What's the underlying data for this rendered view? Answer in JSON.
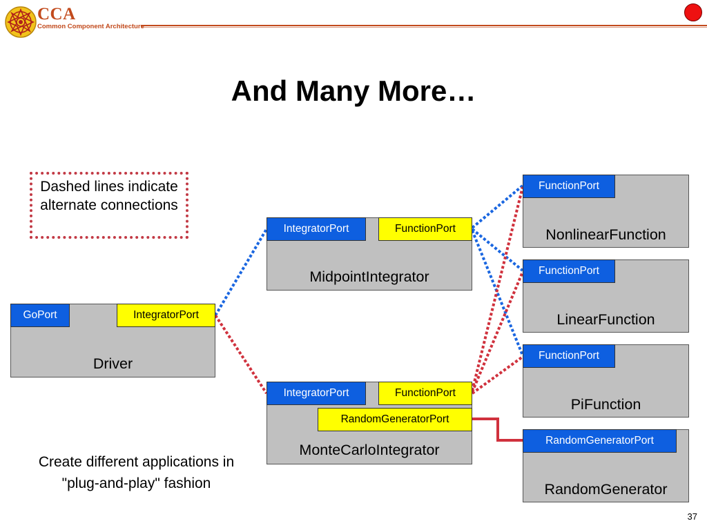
{
  "header": {
    "brand_abbr": "CCA",
    "brand_full": "Common Component Architecture",
    "accent_color": "#c24a1c",
    "indicator_color": "#ee1111"
  },
  "slide": {
    "title": "And Many More…",
    "note": "Dashed lines indicate alternate connections",
    "caption": "Create different applications in \"plug-and-play\" fashion",
    "page_number": "37"
  },
  "components": {
    "driver": {
      "label": "Driver",
      "ports": {
        "go": "GoPort",
        "integrator": "IntegratorPort"
      }
    },
    "midpoint": {
      "label": "MidpointIntegrator",
      "ports": {
        "integrator": "IntegratorPort",
        "function": "FunctionPort"
      }
    },
    "montecarlo": {
      "label": "MonteCarloIntegrator",
      "ports": {
        "integrator": "IntegratorPort",
        "function": "FunctionPort",
        "random": "RandomGeneratorPort"
      }
    },
    "nonlinear": {
      "label": "NonlinearFunction",
      "ports": {
        "function": "FunctionPort"
      }
    },
    "linear": {
      "label": "LinearFunction",
      "ports": {
        "function": "FunctionPort"
      }
    },
    "pi": {
      "label": "PiFunction",
      "ports": {
        "function": "FunctionPort"
      }
    },
    "randomgen": {
      "label": "RandomGenerator",
      "ports": {
        "random": "RandomGeneratorPort"
      }
    }
  },
  "colors": {
    "provides_port": "#0e5fe0",
    "uses_port": "#ffff00",
    "component_fill": "#c0c0c0",
    "alt_connection_blue": "#1a66e0",
    "alt_connection_red": "#d0313d",
    "fixed_connection": "#d0313d"
  }
}
